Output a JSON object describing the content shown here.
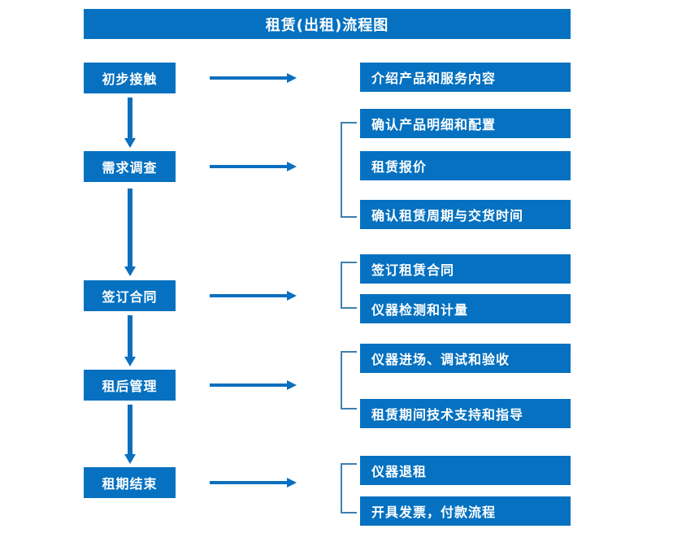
{
  "diagram": {
    "title": "租赁(出租)流程图",
    "colors": {
      "box_fill": "#0571c0",
      "box_text": "#ffffff",
      "arrow": "#0a6fbe",
      "bracket": "#3f7fad",
      "background": "#ffffff"
    },
    "stages": [
      {
        "label": "初步接触"
      },
      {
        "label": "需求调查"
      },
      {
        "label": "签订合同"
      },
      {
        "label": "租后管理"
      },
      {
        "label": "租期结束"
      }
    ],
    "details": [
      {
        "label": "介绍产品和服务内容"
      },
      {
        "label": "确认产品明细和配置"
      },
      {
        "label": "租赁报价"
      },
      {
        "label": "确认租赁周期与交货时间"
      },
      {
        "label": "签订租赁合同"
      },
      {
        "label": "仪器检测和计量"
      },
      {
        "label": "仪器进场、调试和验收"
      },
      {
        "label": "租赁期间技术支持和指导"
      },
      {
        "label": "仪器退租"
      },
      {
        "label": "开具发票，付款流程"
      }
    ],
    "groups": [
      {
        "stage": "初步接触",
        "details": [
          "介绍产品和服务内容"
        ]
      },
      {
        "stage": "需求调查",
        "details": [
          "确认产品明细和配置",
          "租赁报价",
          "确认租赁周期与交货时间"
        ]
      },
      {
        "stage": "签订合同",
        "details": [
          "签订租赁合同",
          "仪器检测和计量"
        ]
      },
      {
        "stage": "租后管理",
        "details": [
          "仪器进场、调试和验收",
          "租赁期间技术支持和指导"
        ]
      },
      {
        "stage": "租期结束",
        "details": [
          "仪器退租",
          "开具发票，付款流程"
        ]
      }
    ]
  }
}
